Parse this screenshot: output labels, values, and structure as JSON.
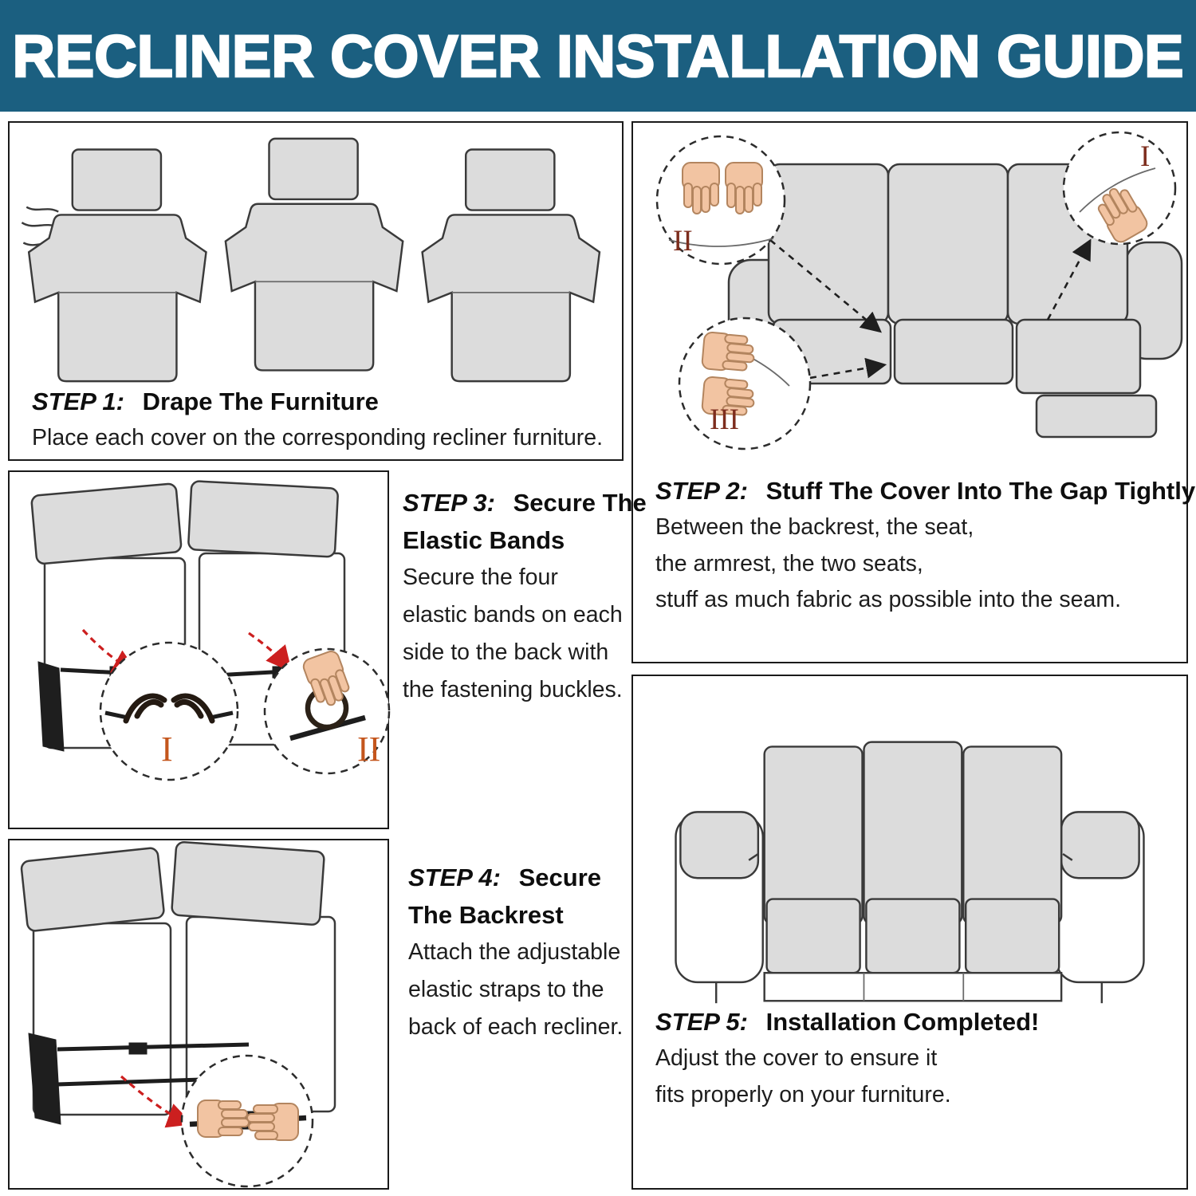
{
  "header": {
    "title": "RECLINER COVER INSTALLATION GUIDE"
  },
  "colors": {
    "header_bg": "#1b5f80",
    "header_text": "#ffffff",
    "panel_border": "#1a1a1a",
    "illustration_gray": "#dcdcdc",
    "hand_skin": "#f2c4a2",
    "arrow_red": "#cc1f1f",
    "numeral_dark_red": "#7d2d1d",
    "numeral_orange": "#c4561d"
  },
  "steps": {
    "step1": {
      "label": "STEP 1:",
      "title": "Drape The Furniture",
      "body": "Place each cover on the corresponding recliner furniture."
    },
    "step2": {
      "label": "STEP 2:",
      "title": "Stuff The Cover Into The Gap Tightly",
      "lines": [
        "Between the backrest, the seat,",
        "the armrest, the two seats,",
        "stuff as much fabric as possible into the seam."
      ],
      "numeral_top_left": "II",
      "numeral_bottom_left": "III",
      "numeral_right": "I"
    },
    "step3": {
      "label": "STEP 3:",
      "title_lines": [
        "Secure The",
        "Elastic Bands"
      ],
      "body_lines": [
        "Secure the four",
        "elastic bands on each",
        "side to the back with",
        "the fastening buckles."
      ],
      "numeral_left": "I",
      "numeral_right": "II"
    },
    "step4": {
      "label": "STEP 4:",
      "title_lines": [
        "Secure",
        "The Backrest"
      ],
      "body_lines": [
        "Attach the adjustable",
        "elastic straps to the",
        "back of each recliner."
      ]
    },
    "step5": {
      "label": "STEP 5:",
      "title": "Installation Completed!",
      "body_lines": [
        "Adjust the cover to ensure it",
        "fits properly on your furniture."
      ]
    }
  }
}
